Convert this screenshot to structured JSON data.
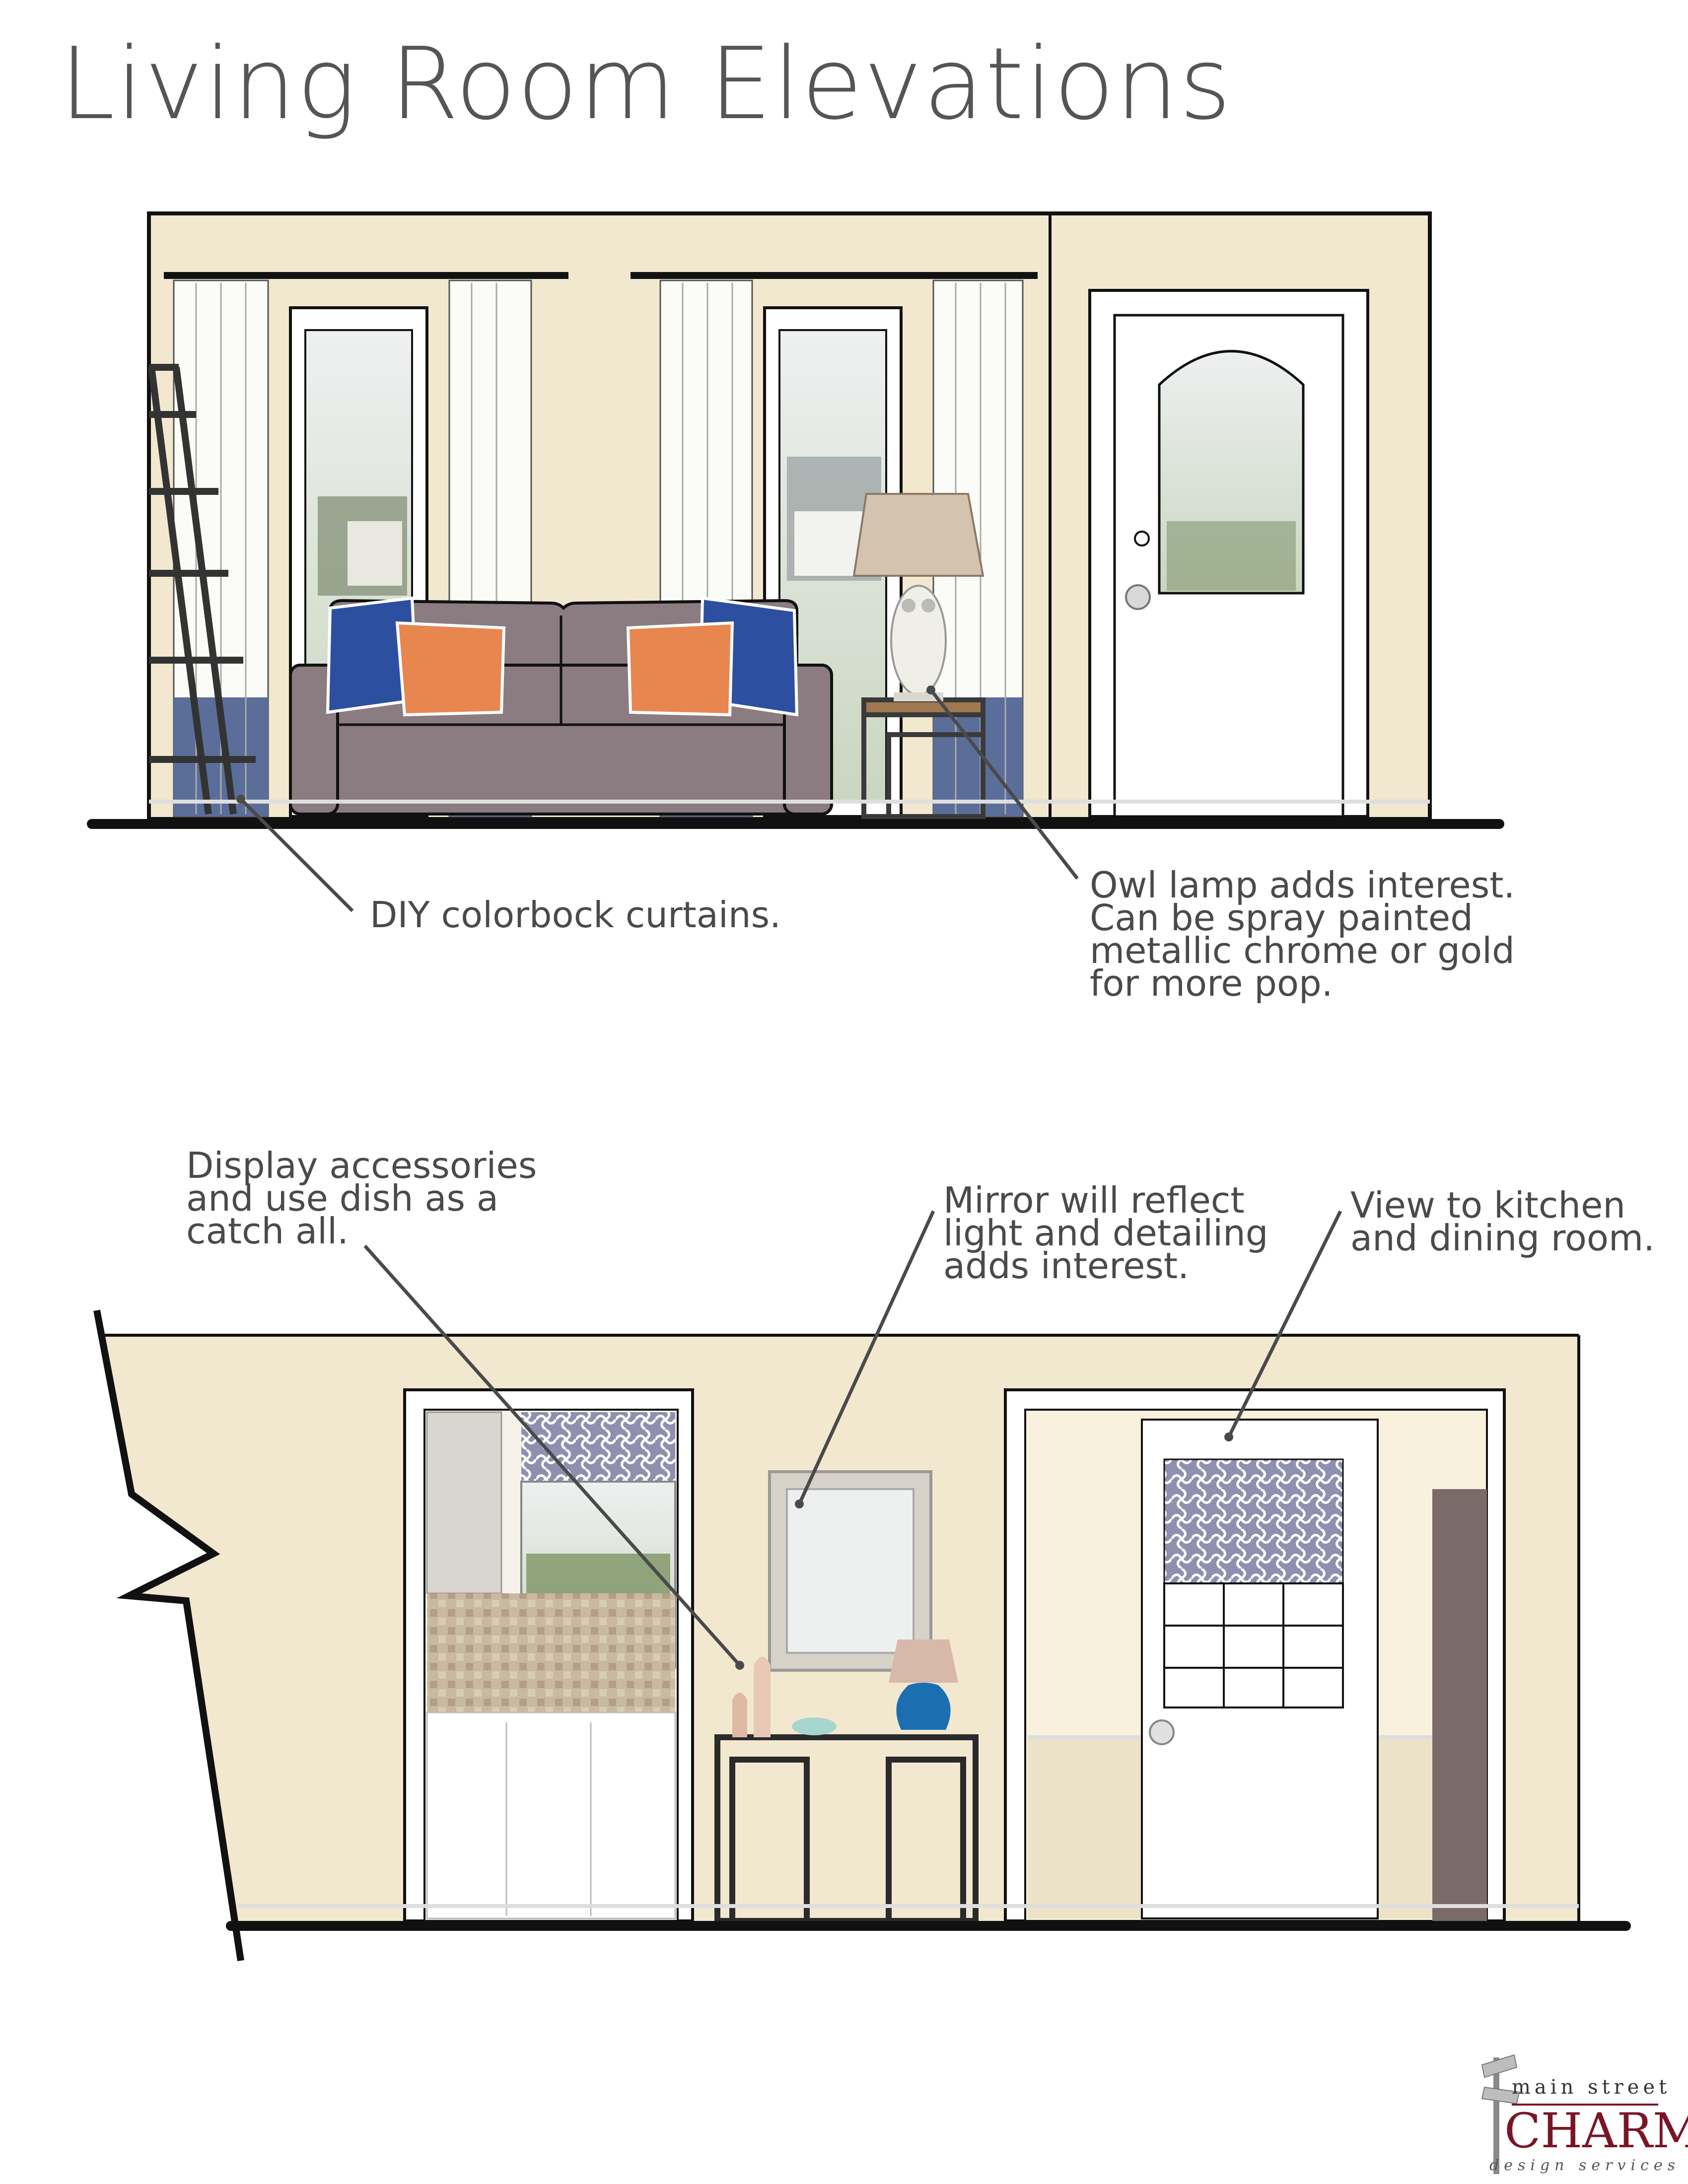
{
  "page": {
    "title": "Living Room Elevations"
  },
  "elevation_top": {
    "callout_curtains": [
      "DIY colorbock curtains."
    ],
    "callout_lamp": [
      "Owl lamp adds interest.",
      "Can be spray painted",
      "metallic chrome or gold",
      "for more pop."
    ]
  },
  "elevation_bottom": {
    "callout_accessories": [
      "Display accessories",
      "and use dish as a",
      "catch all."
    ],
    "callout_mirror": [
      "Mirror will reflect",
      "light and detailing",
      "adds interest."
    ],
    "callout_view": [
      "View to kitchen",
      "and dining room."
    ]
  },
  "logo": {
    "line1": "main street",
    "line2": "CHARM",
    "line3": "design services"
  },
  "colors": {
    "wall": "#f2e8cf",
    "outline": "#111111",
    "sofa": "#8a7c80",
    "pillow_orange": "#e8864f",
    "pillow_blue": "#2d4fa0",
    "curtain_band": "#5a6e99",
    "lamp_blue": "#1b6fb0",
    "logo_red": "#7a1526",
    "leader": "#4a4a4a"
  },
  "icons": [
    "ladder-shelf-icon",
    "sofa-icon",
    "owl-lamp-icon",
    "door-icon",
    "mirror-icon",
    "console-table-icon",
    "signpost-icon"
  ]
}
